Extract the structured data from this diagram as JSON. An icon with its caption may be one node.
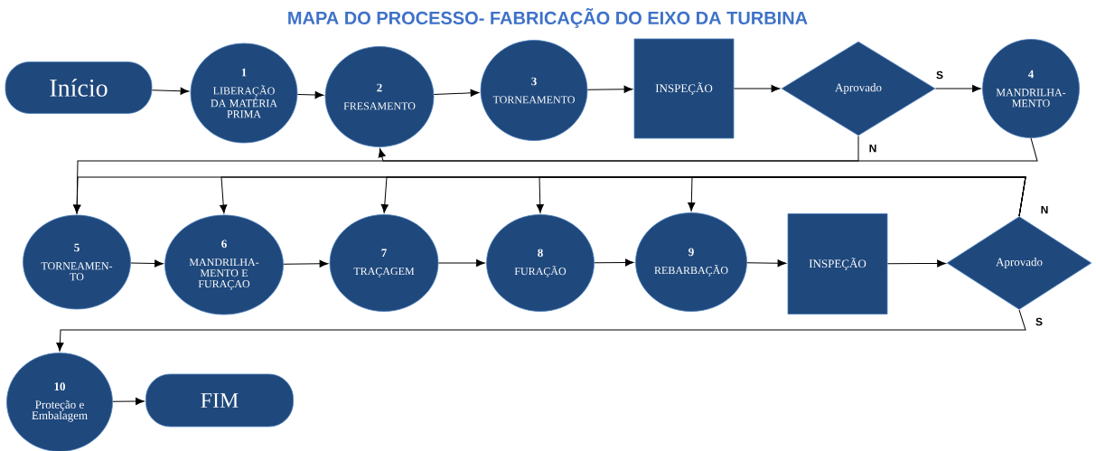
{
  "diagram": {
    "title": "MAPA DO PROCESSO- FABRICAÇÃO DO EIXO DA TURBINA",
    "nodes": [
      {
        "text": [
          "Início"
        ]
      },
      {
        "text": [
          "1",
          "LIBERAÇÃO DA MATÉRIA PRIMA"
        ]
      },
      {
        "text": [
          "2",
          "FRESAMENTO"
        ]
      },
      {
        "text": [
          "3",
          "TORNEAMENTO"
        ]
      },
      {
        "text": [
          "INSPEÇÃO"
        ]
      },
      {
        "text": [
          "Aprovado"
        ]
      },
      {
        "text": [
          "4",
          "MANDRILHA- MENTO"
        ]
      },
      {
        "text": [
          "5",
          "TORNEAMEN- TO"
        ]
      },
      {
        "text": [
          "6",
          "MANDRILHA- MENTO E FURAÇAO"
        ]
      },
      {
        "text": [
          "7",
          "TRAÇAGEM"
        ]
      },
      {
        "text": [
          "8",
          "FURAÇÃO"
        ]
      },
      {
        "text": [
          "9",
          "REBARBAÇÃO"
        ]
      },
      {
        "text": [
          "INSPEÇÃO"
        ]
      },
      {
        "text": [
          "Aprovado"
        ]
      },
      {
        "text": [
          "10",
          "Proteção e Embalagem"
        ]
      },
      {
        "text": [
          "FIM"
        ]
      }
    ],
    "edges": [
      {
        "from": 0,
        "to": 1,
        "arrow": "to"
      },
      {
        "from": 1,
        "to": 2,
        "arrow": "to"
      },
      {
        "from": 2,
        "to": 3,
        "arrow": "to"
      },
      {
        "from": 3,
        "to": 4,
        "arrow": "to"
      },
      {
        "from": 4,
        "to": 5,
        "arrow": "to"
      },
      {
        "from": 5,
        "to": 6,
        "arrow": "to",
        "label": "S"
      },
      {
        "from": 5,
        "to": 2,
        "arrow": "to",
        "label": "N"
      },
      {
        "from": 6,
        "to": 7,
        "arrow": "to"
      },
      {
        "from": 7,
        "to": 8,
        "arrow": "to"
      },
      {
        "from": 8,
        "to": 9,
        "arrow": "to"
      },
      {
        "from": 9,
        "to": 10,
        "arrow": "to"
      },
      {
        "from": 10,
        "to": 11,
        "arrow": "to"
      },
      {
        "from": 11,
        "to": 12,
        "arrow": "to"
      },
      {
        "from": 12,
        "to": 13,
        "arrow": "to"
      },
      {
        "from": 13,
        "to": 7,
        "arrow": "to",
        "label": "N"
      },
      {
        "from": 13,
        "to": 8,
        "arrow": "to"
      },
      {
        "from": 13,
        "to": 9,
        "arrow": "to"
      },
      {
        "from": 13,
        "to": 10,
        "arrow": "to"
      },
      {
        "from": 13,
        "to": 11,
        "arrow": "to"
      },
      {
        "from": 13,
        "to": 14,
        "arrow": "to",
        "label": "S"
      },
      {
        "from": 14,
        "to": 15,
        "arrow": "to"
      }
    ]
  }
}
